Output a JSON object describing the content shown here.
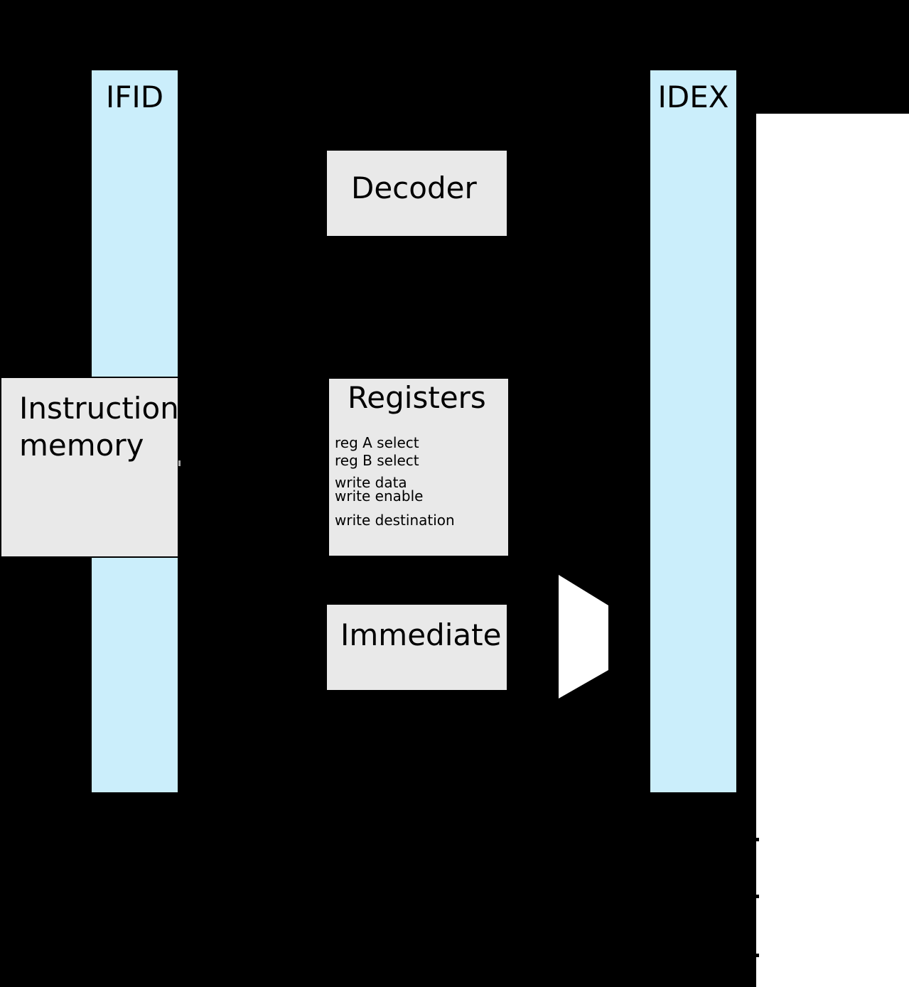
{
  "colors": {
    "background": "#000000",
    "pipeline_bar": "#cbeefb",
    "block_fill": "#e9e9e9",
    "mux_fill": "#ffffff",
    "right_panel": "#ffffff"
  },
  "pipeline_bars": {
    "ifid": {
      "label": "IFID"
    },
    "idex": {
      "label": "IDEX"
    }
  },
  "blocks": {
    "decoder": {
      "label": "Decoder"
    },
    "instruction_memory": {
      "label": "Instruction memory"
    },
    "registers": {
      "title": "Registers",
      "ports": {
        "reg_a_select": "reg A select",
        "reg_b_select": "reg B select",
        "write_data": "write data",
        "write_enable": "write enable",
        "write_destination": "write destination"
      }
    },
    "immediate": {
      "label": "Immediate"
    }
  },
  "shapes": {
    "mux": "mux-trapezoid",
    "wire_stub_count": 3
  }
}
